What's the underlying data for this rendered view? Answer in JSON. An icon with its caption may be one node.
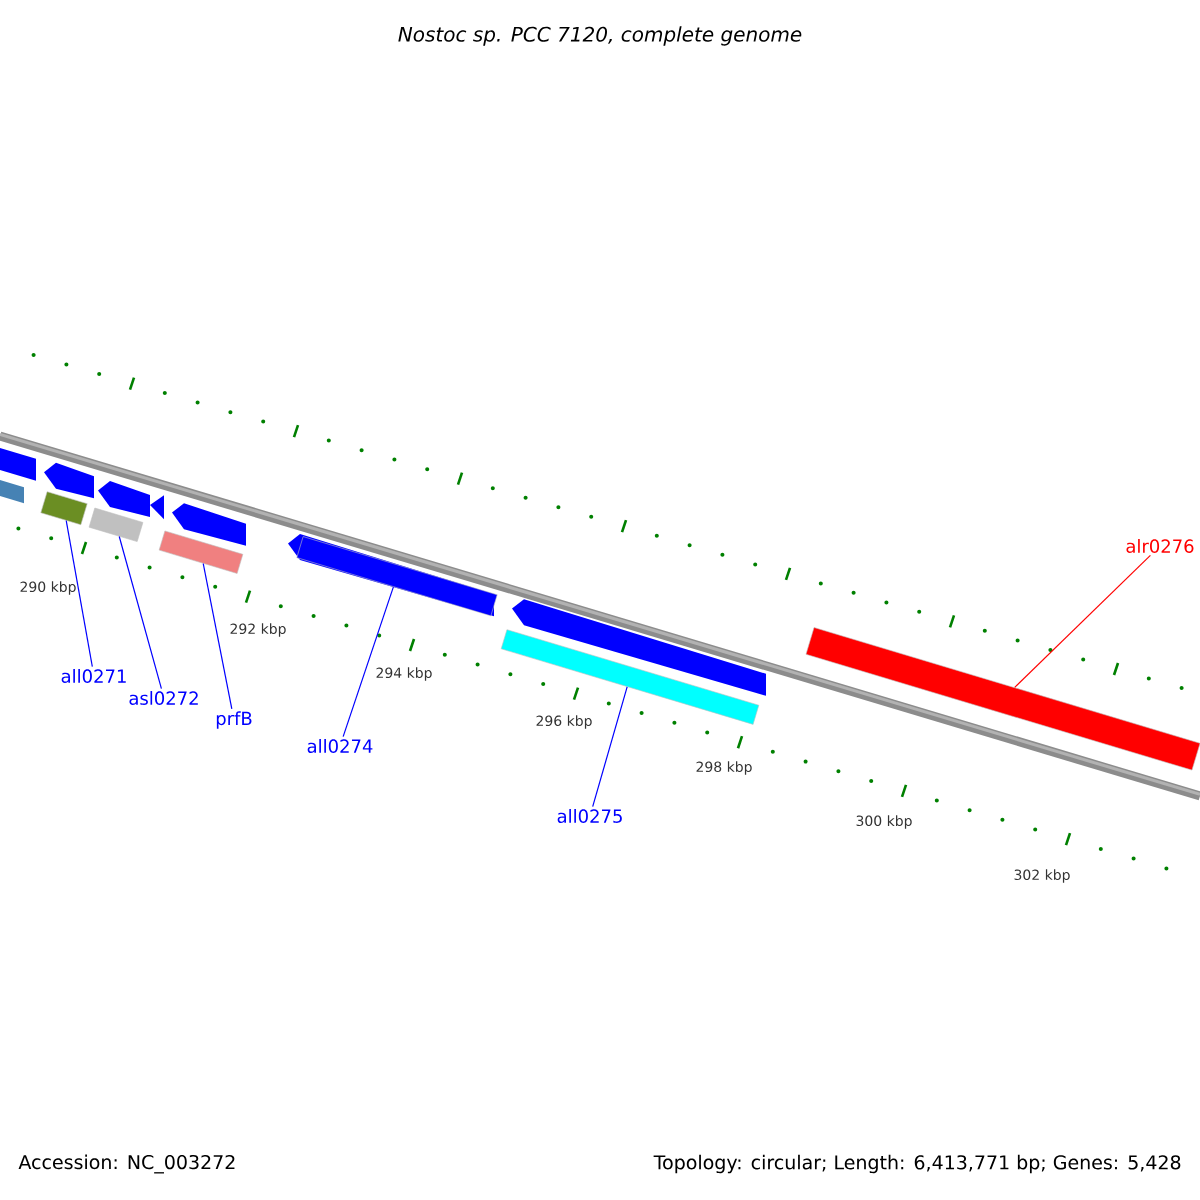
{
  "diagram": {
    "title": "Nostoc sp. PCC 7120, complete genome",
    "nodes": [
      {
        "text": [
          "all0271"
        ]
      },
      {
        "text": [
          "asl0272"
        ]
      },
      {
        "text": [
          "prfB"
        ]
      },
      {
        "text": [
          "all0274"
        ]
      },
      {
        "text": [
          "all0275"
        ]
      },
      {
        "text": [
          "alr0276"
        ]
      },
      {
        "text": [],
        "shape": "bar"
      },
      {
        "text": [],
        "shape": "bar"
      },
      {
        "text": [],
        "shape": "bar"
      },
      {
        "text": [],
        "shape": "bar"
      },
      {
        "text": [],
        "shape": "bar"
      },
      {
        "text": [],
        "shape": "bar"
      }
    ],
    "edges": [
      {
        "from": 0,
        "to": 6,
        "arrow": "none"
      },
      {
        "from": 1,
        "to": 7,
        "arrow": "none"
      },
      {
        "from": 2,
        "to": 8,
        "arrow": "none"
      },
      {
        "from": 3,
        "to": 9,
        "arrow": "none"
      },
      {
        "from": 4,
        "to": 10,
        "arrow": "none"
      },
      {
        "from": 5,
        "to": 11,
        "arrow": "none",
        "color": "#ff0000"
      }
    ],
    "labels": [
      "290 kbp",
      "292 kbp",
      "294 kbp",
      "296 kbp",
      "298 kbp",
      "300 kbp",
      "302 kbp",
      "Accession: NC_003272",
      "Topology: circular; Length: 6,413,771 bp; Genes: 5,428"
    ]
  }
}
